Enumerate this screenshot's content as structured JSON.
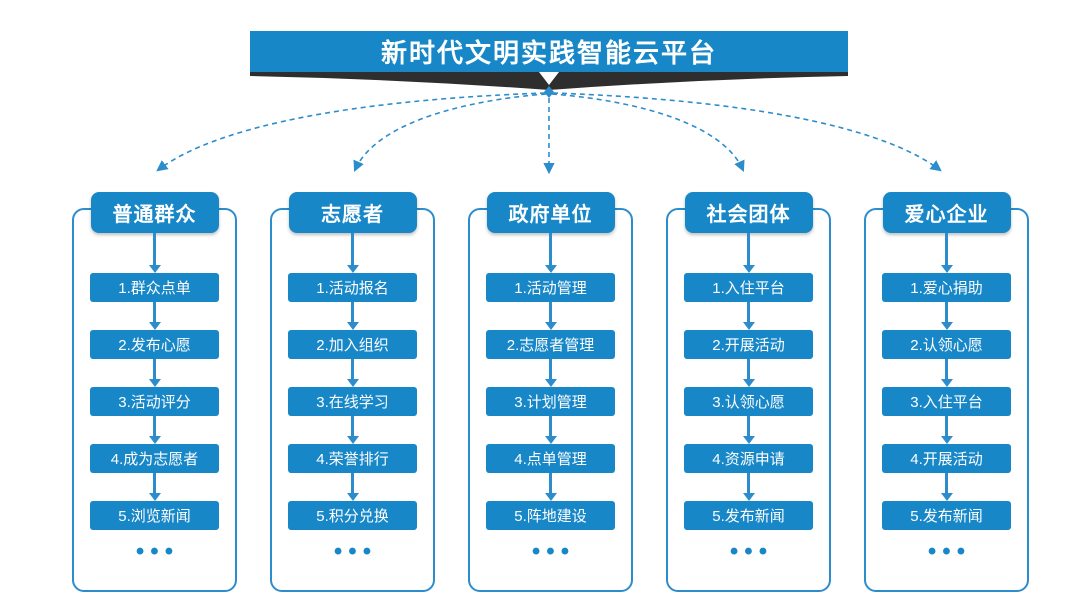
{
  "title": "新时代文明实践智能云平台",
  "ellipsis": "•••",
  "colors": {
    "box_blue": "#1787c8",
    "line_blue": "#2d8dcc",
    "ribbon_dark": "#2e2e2e",
    "text_white": "#ffffff"
  },
  "columns": [
    {
      "header": "普通群众",
      "steps": [
        "1.群众点单",
        "2.发布心愿",
        "3.活动评分",
        "4.成为志愿者",
        "5.浏览新闻"
      ]
    },
    {
      "header": "志愿者",
      "steps": [
        "1.活动报名",
        "2.加入组织",
        "3.在线学习",
        "4.荣誉排行",
        "5.积分兑换"
      ]
    },
    {
      "header": "政府单位",
      "steps": [
        "1.活动管理",
        "2.志愿者管理",
        "3.计划管理",
        "4.点单管理",
        "5.阵地建设"
      ]
    },
    {
      "header": "社会团体",
      "steps": [
        "1.入住平台",
        "2.开展活动",
        "3.认领心愿",
        "4.资源申请",
        "5.发布新闻"
      ]
    },
    {
      "header": "爱心企业",
      "steps": [
        "1.爱心捐助",
        "2.认领心愿",
        "3.入住平台",
        "4.开展活动",
        "5.发布新闻"
      ]
    }
  ]
}
